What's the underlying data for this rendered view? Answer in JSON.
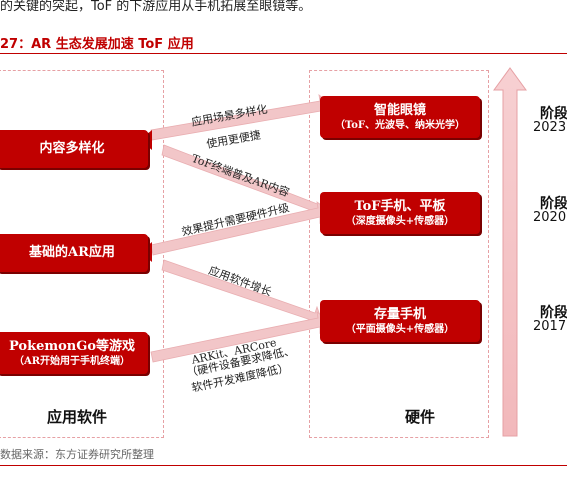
{
  "header": {
    "intro_text": "的关键的突起，ToF 的下游应用从手机拓展至眼镜等。",
    "figure_title": "27：AR 生态发展加速 ToF 应用"
  },
  "left_column": {
    "label": "应用软件",
    "boxes": [
      {
        "title": "内容多样化",
        "sub": ""
      },
      {
        "title": "基础的AR应用",
        "sub": ""
      },
      {
        "title": "PokemonGo等游戏",
        "sub": "（AR开始用于手机终端）"
      }
    ]
  },
  "right_column": {
    "label": "硬件",
    "boxes": [
      {
        "title": "智能眼镜",
        "sub": "（ToF、光波导、纳米光学）"
      },
      {
        "title": "ToF手机、平板",
        "sub": "（深度摄像头+传感器）"
      },
      {
        "title": "存量手机",
        "sub": "（平面摄像头+传感器）"
      }
    ]
  },
  "arrows": {
    "a1": "应用场景多样化",
    "a2": "使用更便捷",
    "a3": "ToF终端普及AR内容",
    "a4": "效果提升需要硬件升级",
    "a5": "应用软件增长",
    "a6_lines": [
      "ARKit、ARCore",
      "（硬件设备要求降低、",
      "软件开发难度降低）"
    ]
  },
  "stages": [
    {
      "name": "阶段",
      "year": "2023"
    },
    {
      "name": "阶段",
      "year": "2020"
    },
    {
      "name": "阶段",
      "year": "2017"
    }
  ],
  "source": "数据来源：东方证券研究所整理",
  "colors": {
    "primary": "#c00000",
    "arrow_fill": "#f2c6c8",
    "dashed_border": "#e6a0a4"
  }
}
